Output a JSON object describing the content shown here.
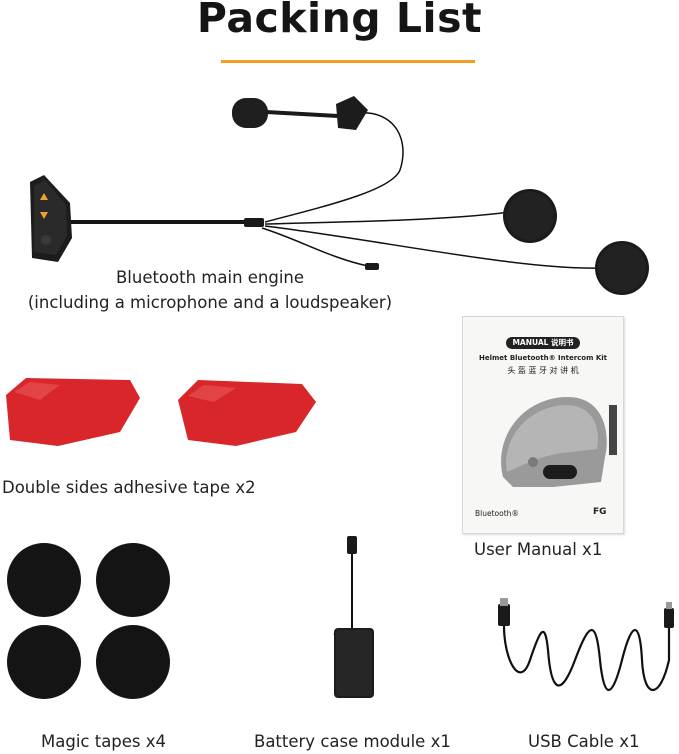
{
  "title": "Packing List",
  "colors": {
    "accent_underline": "#f0a020",
    "tape_red": "#d8262a",
    "device_body": "#1c1c1c"
  },
  "items": [
    {
      "caption_line1": "Bluetooth main engine",
      "caption_line2": "(including a microphone and a loudspeaker)"
    },
    {
      "caption": "Double sides adhesive tape x2"
    },
    {
      "caption": "User Manual x1"
    },
    {
      "caption": "Magic tapes x4"
    },
    {
      "caption": "Battery case module x1"
    },
    {
      "caption": "USB Cable x1"
    }
  ],
  "manual": {
    "badge": "MANUAL 说明书",
    "subtitle": "Helmet Bluetooth® Intercom Kit",
    "chinese_title": "头 盔 蓝 牙 对 讲 机",
    "brand": "Bluetooth®",
    "model": "FG"
  }
}
